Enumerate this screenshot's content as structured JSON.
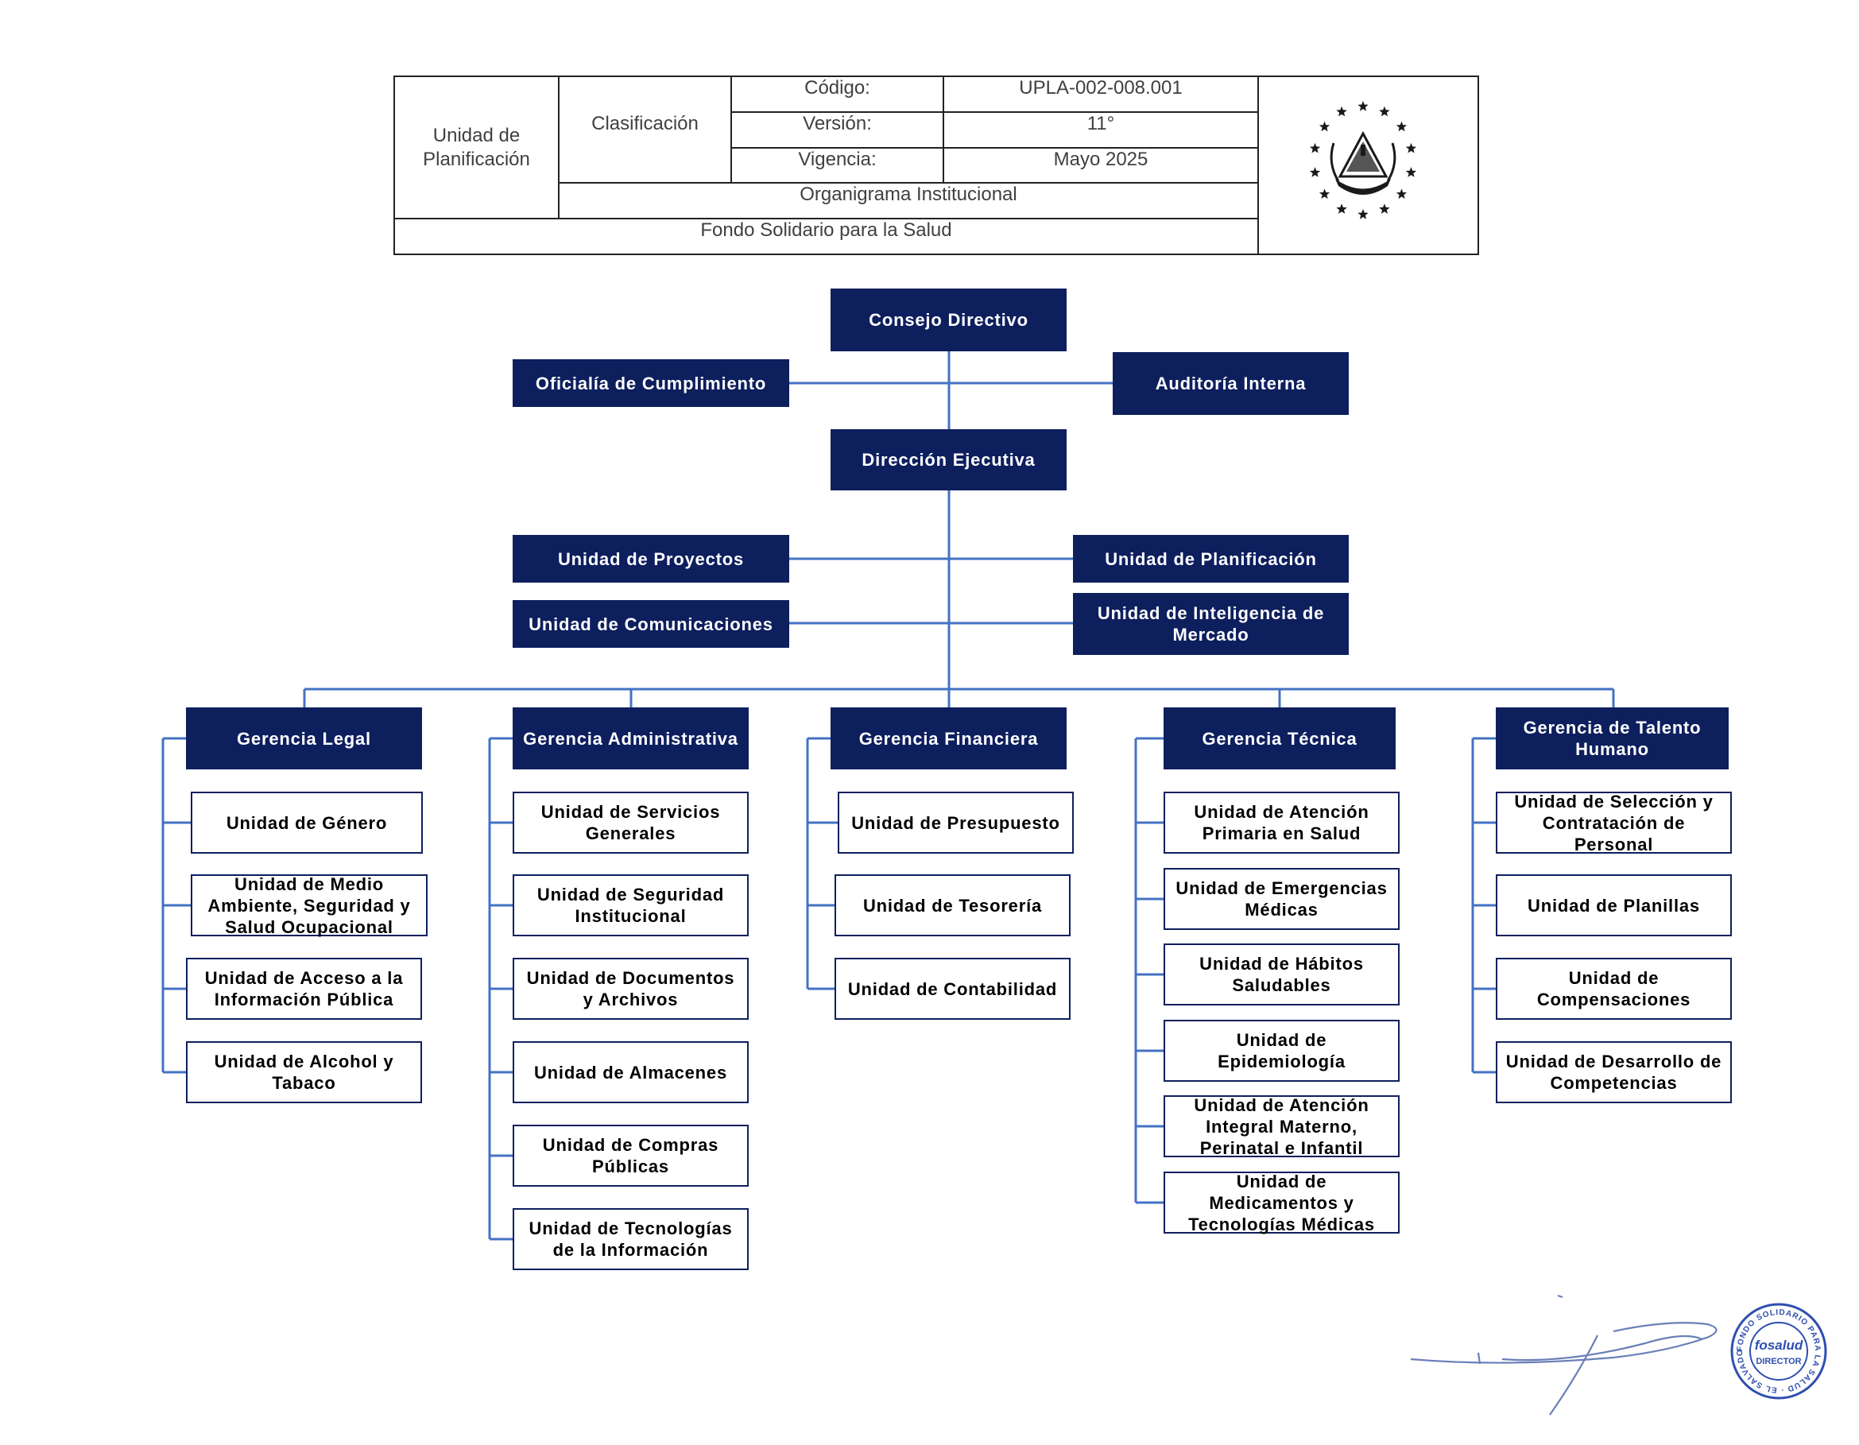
{
  "header": {
    "unit": "Unidad de Planificación",
    "classification": "Clasificación",
    "code_label": "Código:",
    "code_value": "UPLA-002-008.001",
    "version_label": "Versión:",
    "version_value": "11°",
    "validity_label": "Vigencia:",
    "validity_value": "Mayo 2025",
    "document_title": "Organigrama Institucional",
    "organization": "Fondo Solidario para la Salud",
    "logo_icon": "el-salvador-coat-of-arms-icon"
  },
  "chart": {
    "consejo": "Consejo Directivo",
    "oficialia": "Oficialía de Cumplimiento",
    "auditoria": "Auditoría Interna",
    "direccion": "Dirección Ejecutiva",
    "staff": {
      "proyectos": "Unidad de Proyectos",
      "comunicaciones": "Unidad de Comunicaciones",
      "planificacion": "Unidad de Planificación",
      "inteligencia": "Unidad de Inteligencia de Mercado"
    },
    "gerencias": [
      {
        "title": "Gerencia Legal",
        "units": [
          "Unidad de Género",
          "Unidad de Medio Ambiente, Seguridad y Salud Ocupacional",
          "Unidad de Acceso a la Información Pública",
          "Unidad de Alcohol y Tabaco"
        ]
      },
      {
        "title": "Gerencia Administrativa",
        "units": [
          "Unidad de Servicios Generales",
          "Unidad de Seguridad Institucional",
          "Unidad de Documentos y Archivos",
          "Unidad de Almacenes",
          "Unidad de Compras Públicas",
          "Unidad de Tecnologías de la Información"
        ]
      },
      {
        "title": "Gerencia Financiera",
        "units": [
          "Unidad de Presupuesto",
          "Unidad de Tesorería",
          "Unidad de Contabilidad"
        ]
      },
      {
        "title": "Gerencia Técnica",
        "units": [
          "Unidad de Atención Primaria en Salud",
          "Unidad de Emergencias Médicas",
          "Unidad de Hábitos Saludables",
          "Unidad de Epidemiología",
          "Unidad de Atención Integral Materno, Perinatal e Infantil",
          "Unidad de Medicamentos y Tecnologías Médicas"
        ]
      },
      {
        "title": "Gerencia de Talento Humano",
        "units": [
          "Unidad de Selección y Contratación de Personal",
          "Unidad de Planillas",
          "Unidad de Compensaciones",
          "Unidad de Desarrollo de Competencias"
        ]
      }
    ]
  },
  "colors": {
    "box_fill": "#0e1f5e",
    "connector": "#4472c4",
    "seal": "#2f4fb0"
  },
  "seal_text": {
    "ring": "FONDO SOLIDARIO PARA LA SALUD · EL SALVADOR C.A.",
    "brand": "fosalud",
    "role": "DIRECTOR"
  }
}
